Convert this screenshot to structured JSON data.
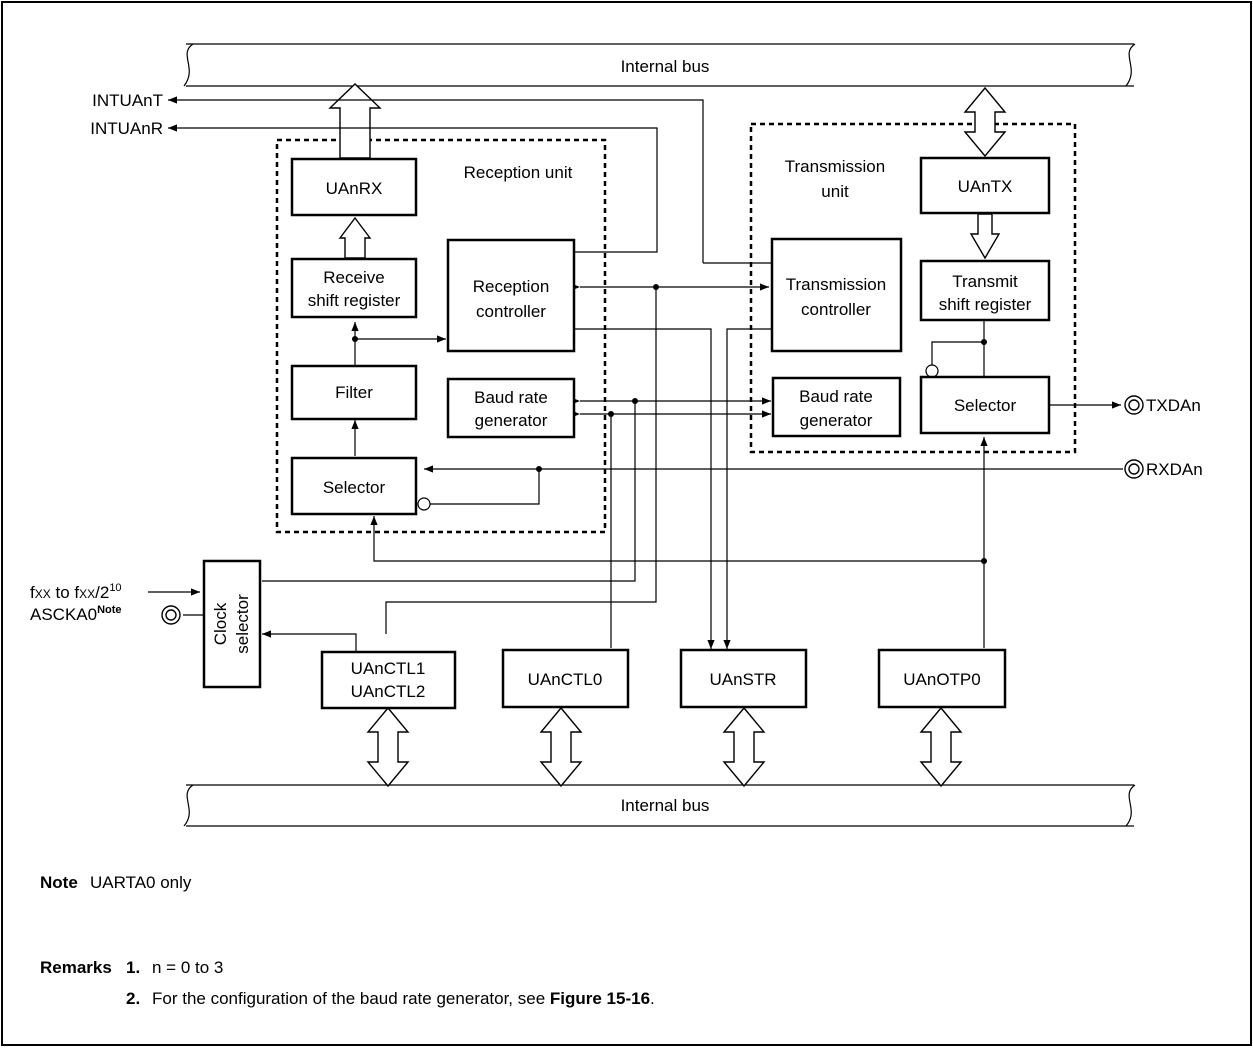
{
  "diagram": {
    "bus_top": "Internal bus",
    "bus_bottom": "Internal bus",
    "signals": {
      "intuant": "INTUAnT",
      "intuanr": "INTUAnR",
      "txdan": "TXDAn",
      "rxdan": "RXDAn",
      "fxx_base": "f",
      "fxx_sub": "XX",
      "fxx_mid": " to f",
      "fxx_div": "/2",
      "fxx_exp": "10",
      "ascka0": "ASCKA0",
      "note_mark": "Note"
    },
    "reception_unit": "Reception unit",
    "transmission_unit": [
      "Transmission",
      "unit"
    ],
    "blocks": {
      "uanrx": "UAnRX",
      "receive_shift": [
        "Receive",
        "shift register"
      ],
      "reception_controller": [
        "Reception",
        "controller"
      ],
      "filter": "Filter",
      "baud_rx": [
        "Baud rate",
        "generator"
      ],
      "selector_rx": "Selector",
      "uantx": "UAnTX",
      "transmission_controller": [
        "Transmission",
        "controller"
      ],
      "transmit_shift": [
        "Transmit",
        "shift register"
      ],
      "baud_tx": [
        "Baud rate",
        "generator"
      ],
      "selector_tx": "Selector",
      "clock_selector": [
        "Clock",
        "selector"
      ],
      "uanctl12": [
        "UAnCTL1",
        "UAnCTL2"
      ],
      "uanctl0": "UAnCTL0",
      "uanstr": "UAnSTR",
      "uanotp0": "UAnOTP0"
    }
  },
  "notes": {
    "note_label": "Note",
    "note_text": "UARTA0 only",
    "remarks_label": "Remarks",
    "remark1_num": "1.",
    "remark1_text": "n = 0 to 3",
    "remark2_num": "2.",
    "remark2_text_before": "For the configuration of the baud rate generator, see ",
    "remark2_ref": "Figure 15-16",
    "remark2_text_after": "."
  }
}
